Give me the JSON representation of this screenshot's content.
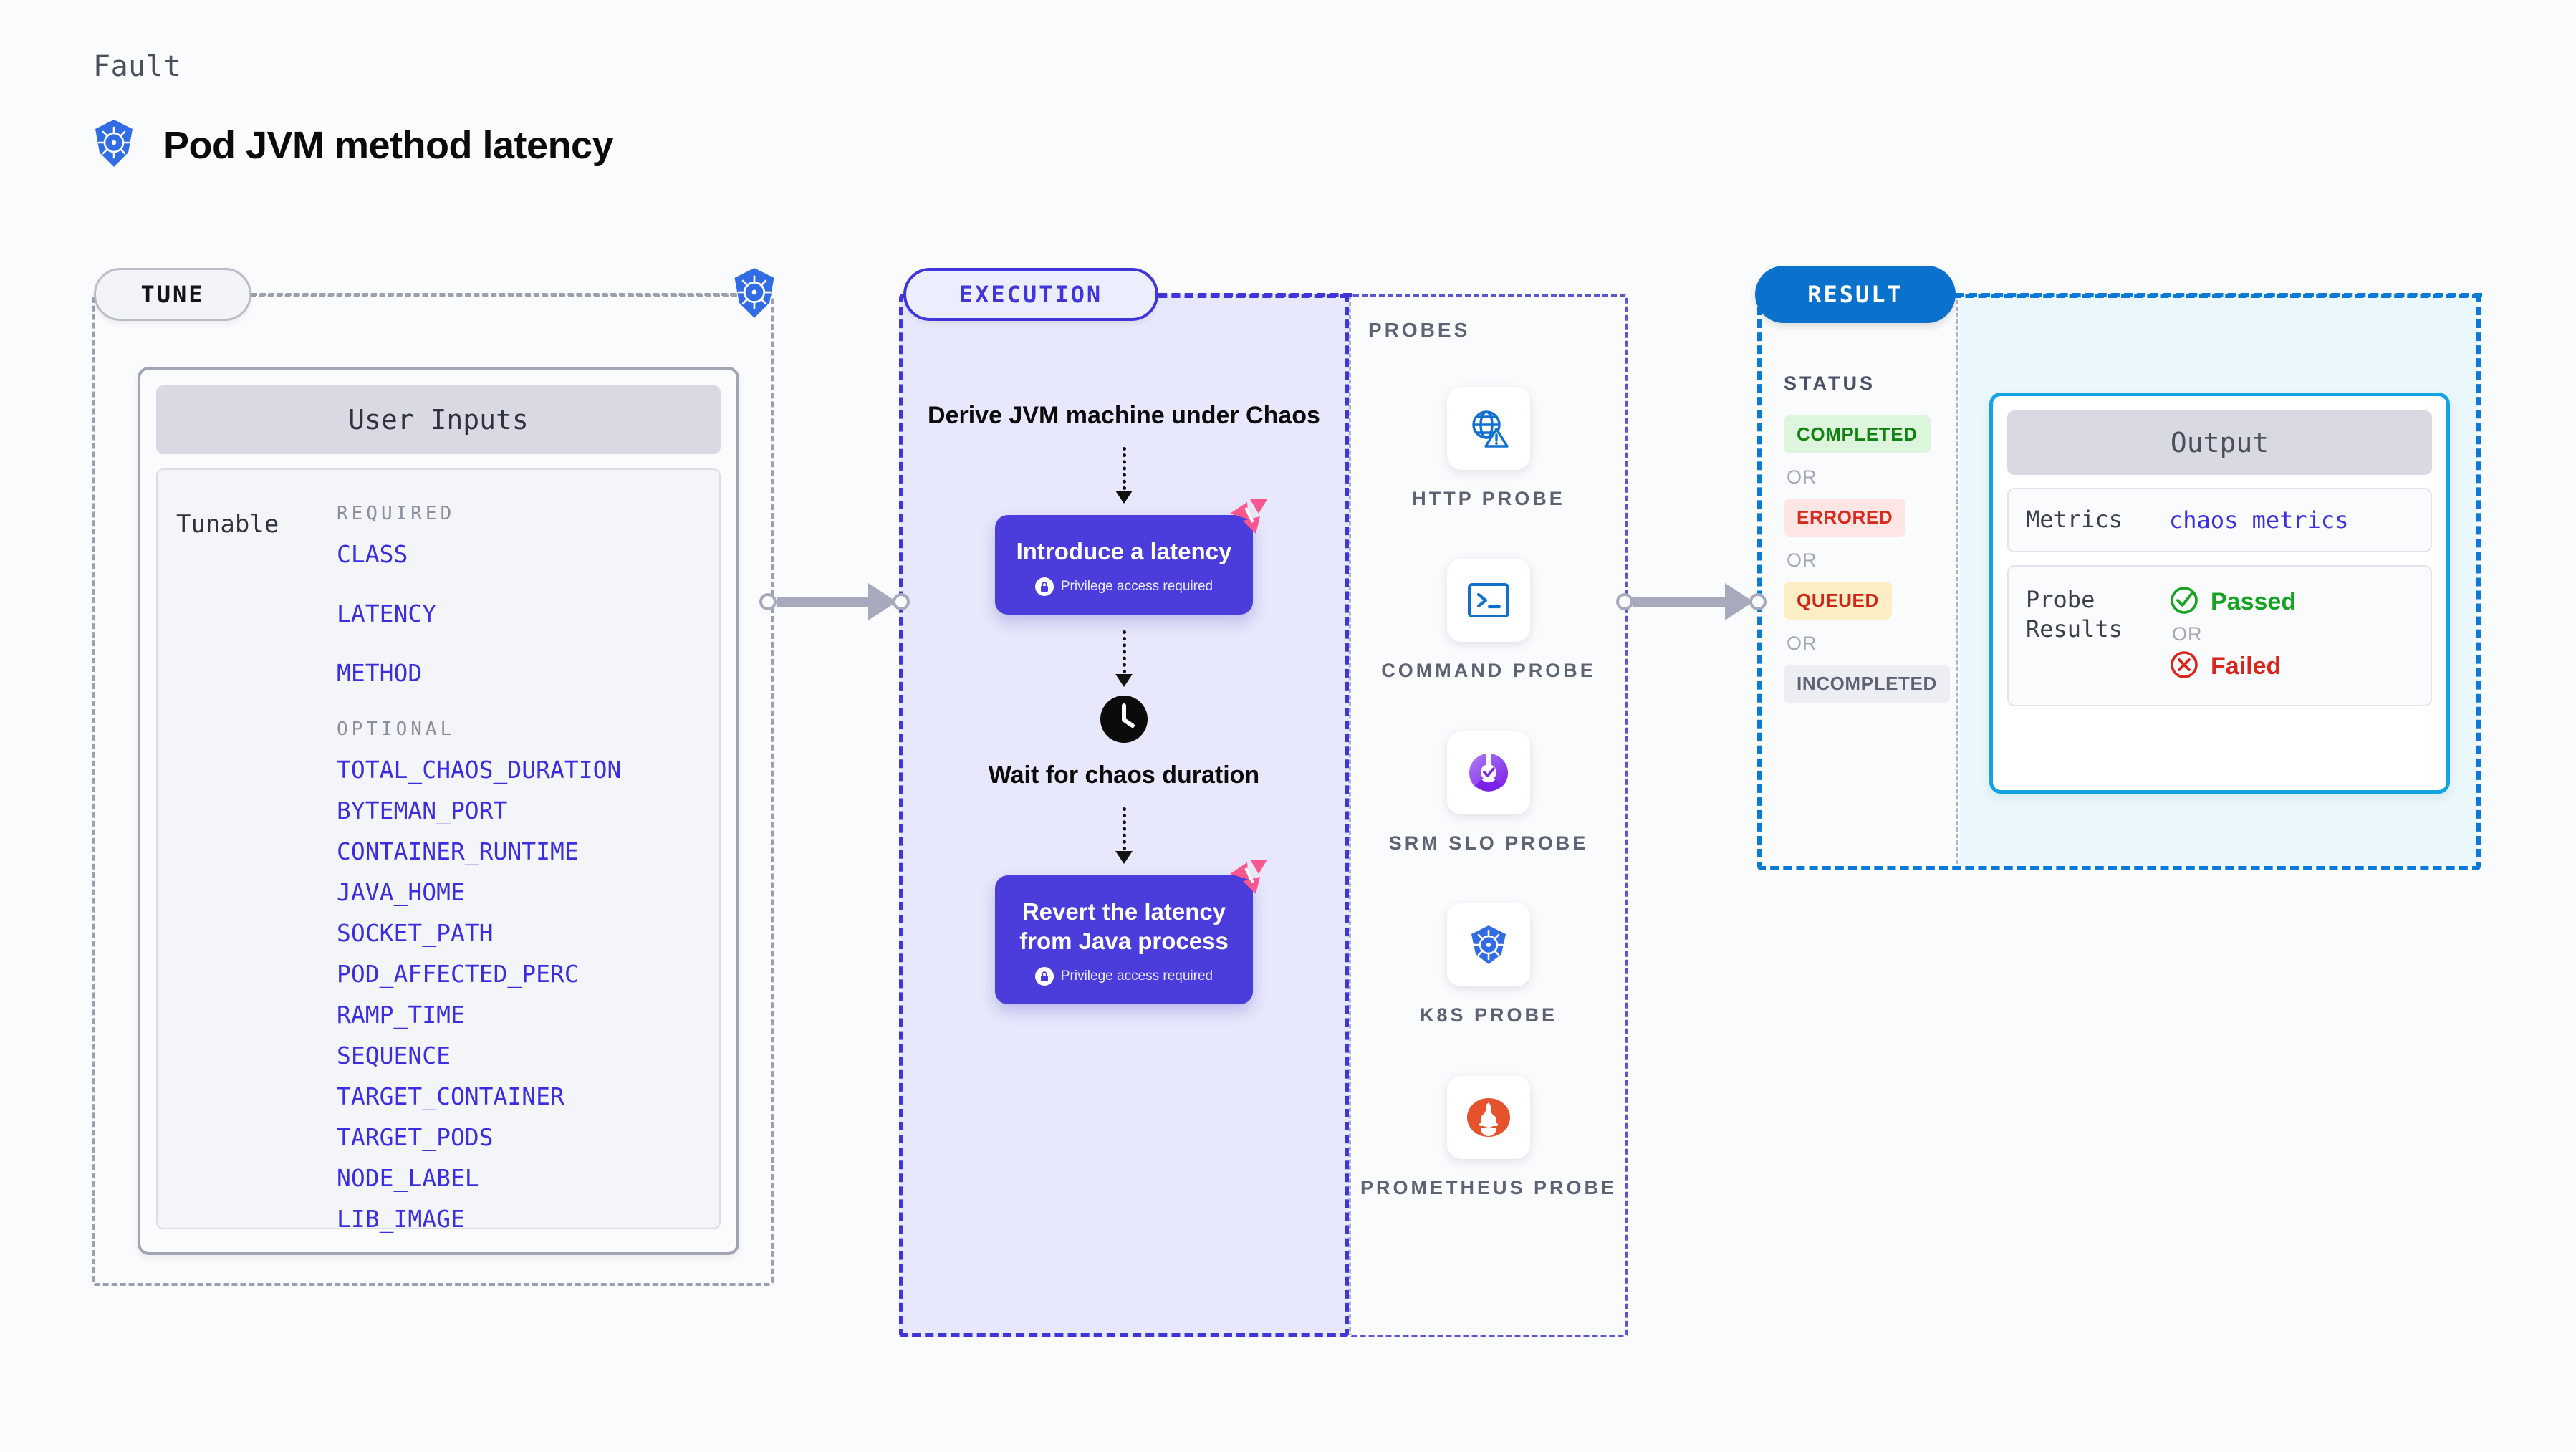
{
  "header": {
    "eyebrow": "Fault",
    "title": "Pod JVM method latency",
    "icon": "kubernetes-icon"
  },
  "sections": {
    "tune": {
      "pill_label": "TUNE",
      "badge_icon": "kubernetes-icon",
      "card": {
        "header": "User Inputs",
        "row_label": "Tunable",
        "required_title": "REQUIRED",
        "required": [
          "CLASS",
          "LATENCY",
          "METHOD"
        ],
        "optional_title": "OPTIONAL",
        "optional": [
          "TOTAL_CHAOS_DURATION",
          "BYTEMAN_PORT",
          "CONTAINER_RUNTIME",
          "JAVA_HOME",
          "SOCKET_PATH",
          "POD_AFFECTED_PERC",
          "RAMP_TIME",
          "SEQUENCE",
          "TARGET_CONTAINER",
          "TARGET_PODS",
          "NODE_LABEL",
          "LIB_IMAGE"
        ]
      }
    },
    "execution": {
      "pill_label": "EXECUTION",
      "step1_title": "Derive JVM machine under Chaos",
      "card1": {
        "title": "Introduce a latency",
        "note": "Privilege access required",
        "note_icon": "lock-icon",
        "corner_icon": "litmus-logo-icon"
      },
      "wait": {
        "icon": "clock-icon",
        "title": "Wait for chaos duration"
      },
      "card2": {
        "title": "Revert the latency from Java process",
        "note": "Privilege access required",
        "note_icon": "lock-icon",
        "corner_icon": "litmus-logo-icon"
      }
    },
    "probes": {
      "title": "PROBES",
      "items": [
        {
          "name": "HTTP PROBE",
          "icon": "globe-warning-icon"
        },
        {
          "name": "COMMAND PROBE",
          "icon": "terminal-icon"
        },
        {
          "name": "SRM SLO PROBE",
          "icon": "srm-slo-icon"
        },
        {
          "name": "K8S PROBE",
          "icon": "kubernetes-icon"
        },
        {
          "name": "PROMETHEUS PROBE",
          "icon": "prometheus-icon"
        }
      ]
    },
    "result": {
      "pill_label": "RESULT",
      "status_title": "STATUS",
      "or_label": "OR",
      "statuses": [
        {
          "label": "COMPLETED",
          "variant": "completed"
        },
        {
          "label": "ERRORED",
          "variant": "errored"
        },
        {
          "label": "QUEUED",
          "variant": "queued"
        },
        {
          "label": "INCOMPLETED",
          "variant": "incompleted"
        }
      ],
      "output": {
        "header": "Output",
        "metrics_key": "Metrics",
        "metrics_value": "chaos metrics",
        "probe_results_key": "Probe Results",
        "passed_label": "Passed",
        "passed_icon": "check-circle-icon",
        "failed_label": "Failed",
        "failed_icon": "x-circle-icon",
        "or_label": "OR"
      }
    }
  },
  "colors": {
    "background": "#fafbfd",
    "tune_border": "#9aa0ae",
    "execution_accent": "#4035d9",
    "execution_fill": "#e7e8fb",
    "result_accent": "#0a7ad6",
    "output_border": "#12a3e2",
    "param_link": "#3a2ee0",
    "card_purple": "#4a3ddb",
    "litmus_pink": "#f9578d",
    "passed_green": "#16a321",
    "failed_red": "#d9261c"
  }
}
